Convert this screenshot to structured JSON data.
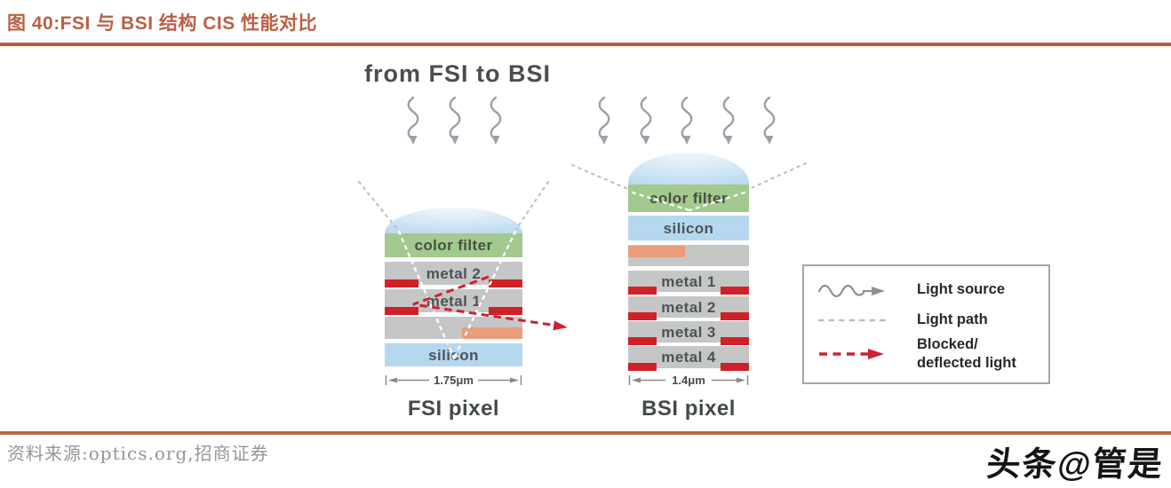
{
  "header": {
    "title": "图 40:FSI 与 BSI 结构 CIS 性能对比"
  },
  "diagram": {
    "title": "from FSI to BSI",
    "fsi": {
      "name": "FSI pixel",
      "dimension": "1.75μm",
      "layers": {
        "color_filter": "color filter",
        "metal2": "metal 2",
        "metal1": "metal 1",
        "silicon": "silicon"
      }
    },
    "bsi": {
      "name": "BSI pixel",
      "dimension": "1.4μm",
      "layers": {
        "color_filter": "color filter",
        "silicon": "silicon",
        "metal1": "metal 1",
        "metal2": "metal 2",
        "metal3": "metal 3",
        "metal4": "metal 4"
      }
    }
  },
  "legend": {
    "light_source": "Light source",
    "light_path": "Light path",
    "blocked_line1": "Blocked/",
    "blocked_line2": "deflected light"
  },
  "footer": {
    "source": "资料来源:optics.org,招商证券",
    "watermark": "头条@管是"
  },
  "colors": {
    "accent_title": "#bb5f45",
    "color_filter_green": "#a2c98e",
    "silicon_blue": "#b5d8ef",
    "metal_gray": "#c5c6c6",
    "metal_red": "#cf2127",
    "blocked_light_red": "#ce2130",
    "deep_trench_salmon": "#eb9c7c",
    "light_path_gray": "#bcbcbc"
  }
}
